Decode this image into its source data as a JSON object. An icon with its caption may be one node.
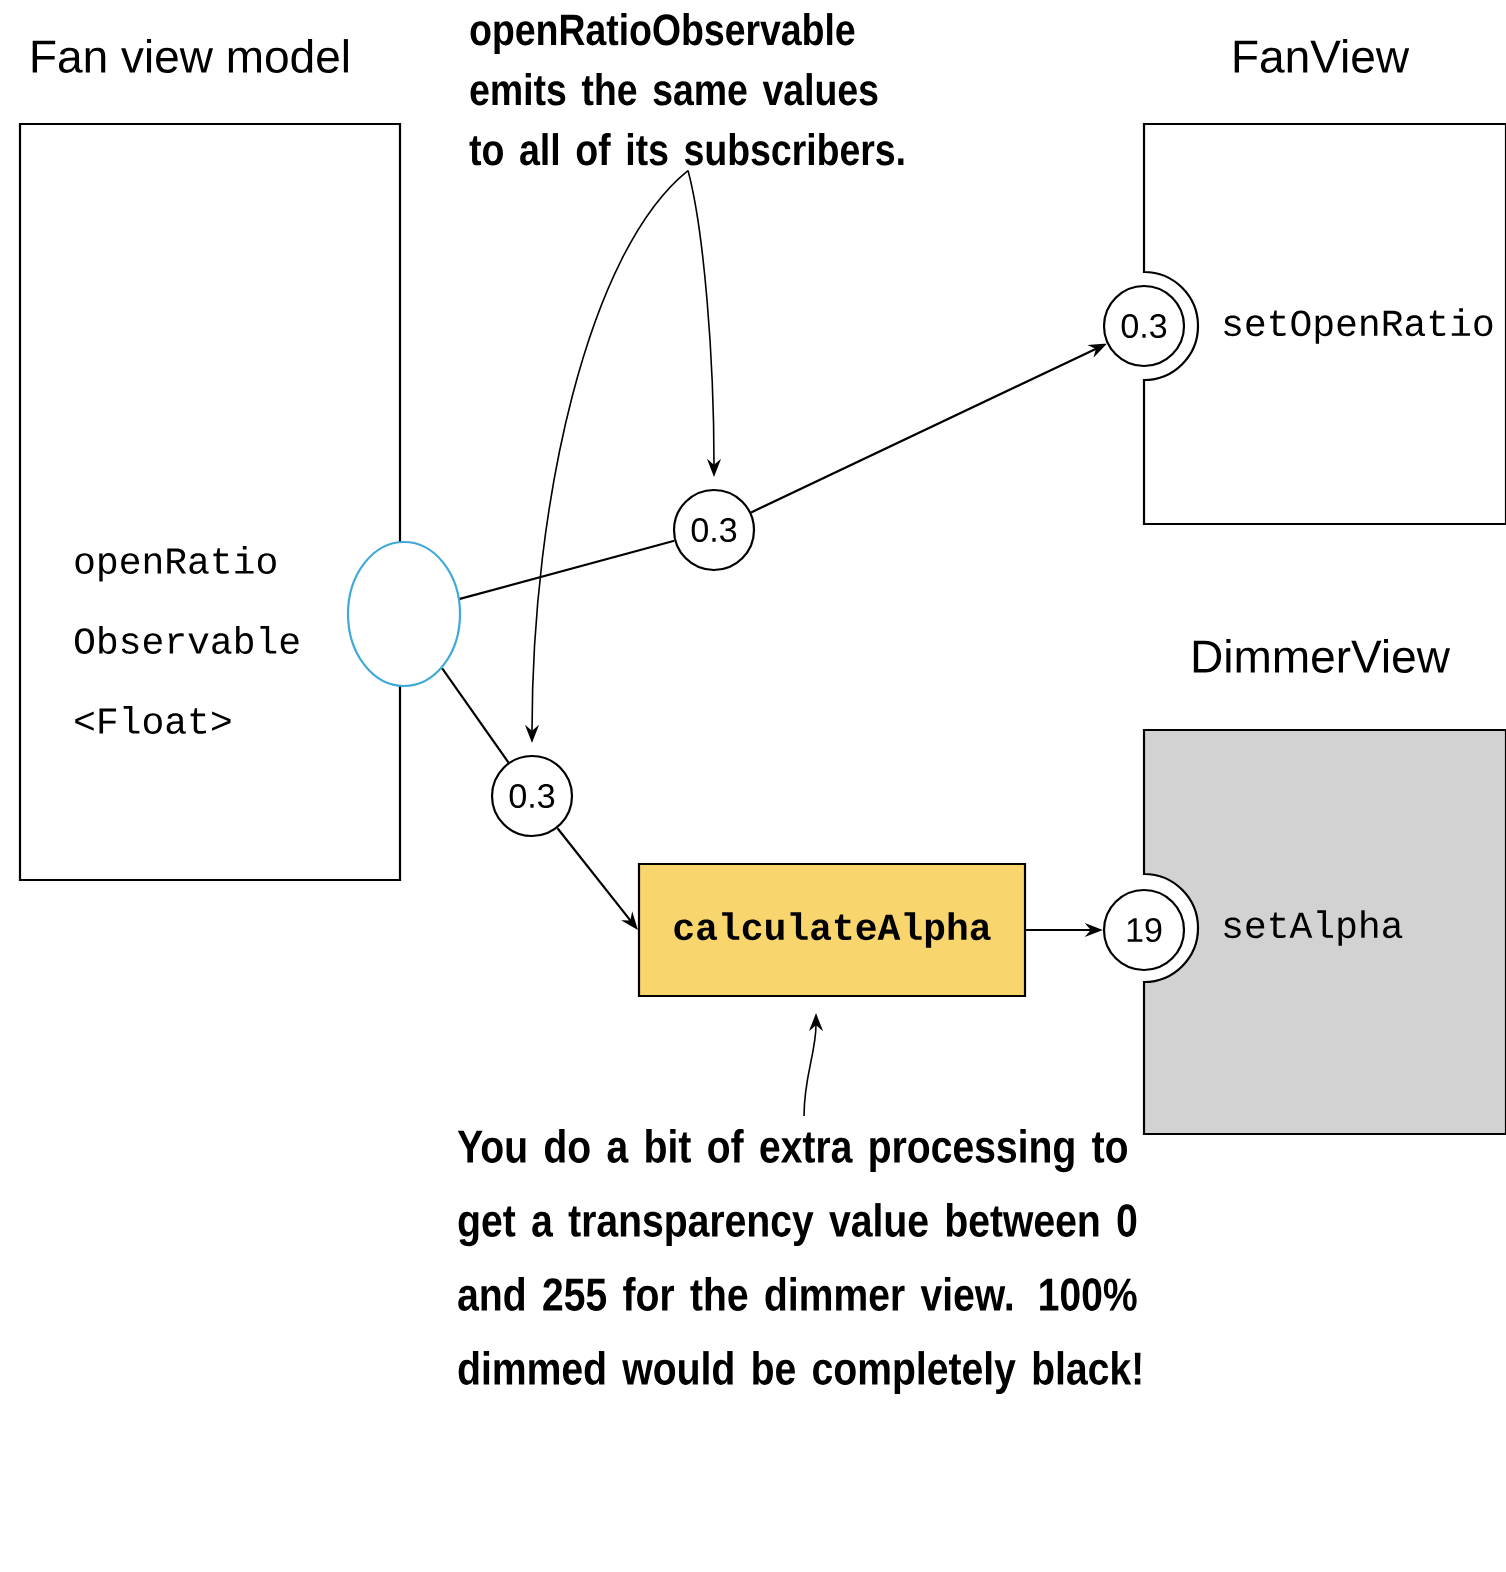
{
  "diagram": {
    "nodes": [
      {
        "text": [
          "Fan view model",
          "openRatio Observable <Float>"
        ]
      },
      {
        "text": [],
        "shape": "circle"
      },
      {
        "text": [
          "FanView",
          "setOpenRatio"
        ]
      },
      {
        "text": [
          "0.3"
        ]
      },
      {
        "text": [
          "0.3"
        ]
      },
      {
        "text": [
          "0.3"
        ]
      },
      {
        "text": [
          "calculateAlpha"
        ]
      },
      {
        "text": [
          "DimmerView",
          "setAlpha"
        ]
      },
      {
        "text": [
          "19"
        ]
      },
      {
        "text": [
          "openRatioObservable emits the same values to all of its subscribers."
        ]
      },
      {
        "text": [
          "You do a bit of extra processing to get a transparency value between 0 and 255 for the dimmer view. 100% dimmed would be completely black!"
        ]
      }
    ],
    "edges": [
      {
        "from": 1,
        "to": 4,
        "arrow": "none"
      },
      {
        "from": 4,
        "to": 3,
        "arrow": "to"
      },
      {
        "from": 1,
        "to": 5,
        "arrow": "none"
      },
      {
        "from": 5,
        "to": 6,
        "arrow": "to"
      },
      {
        "from": 6,
        "to": 8,
        "arrow": "to"
      },
      {
        "from": 9,
        "to": 4,
        "arrow": "to"
      },
      {
        "from": 9,
        "to": 5,
        "arrow": "to"
      },
      {
        "from": 10,
        "to": 6,
        "arrow": "to"
      }
    ]
  }
}
